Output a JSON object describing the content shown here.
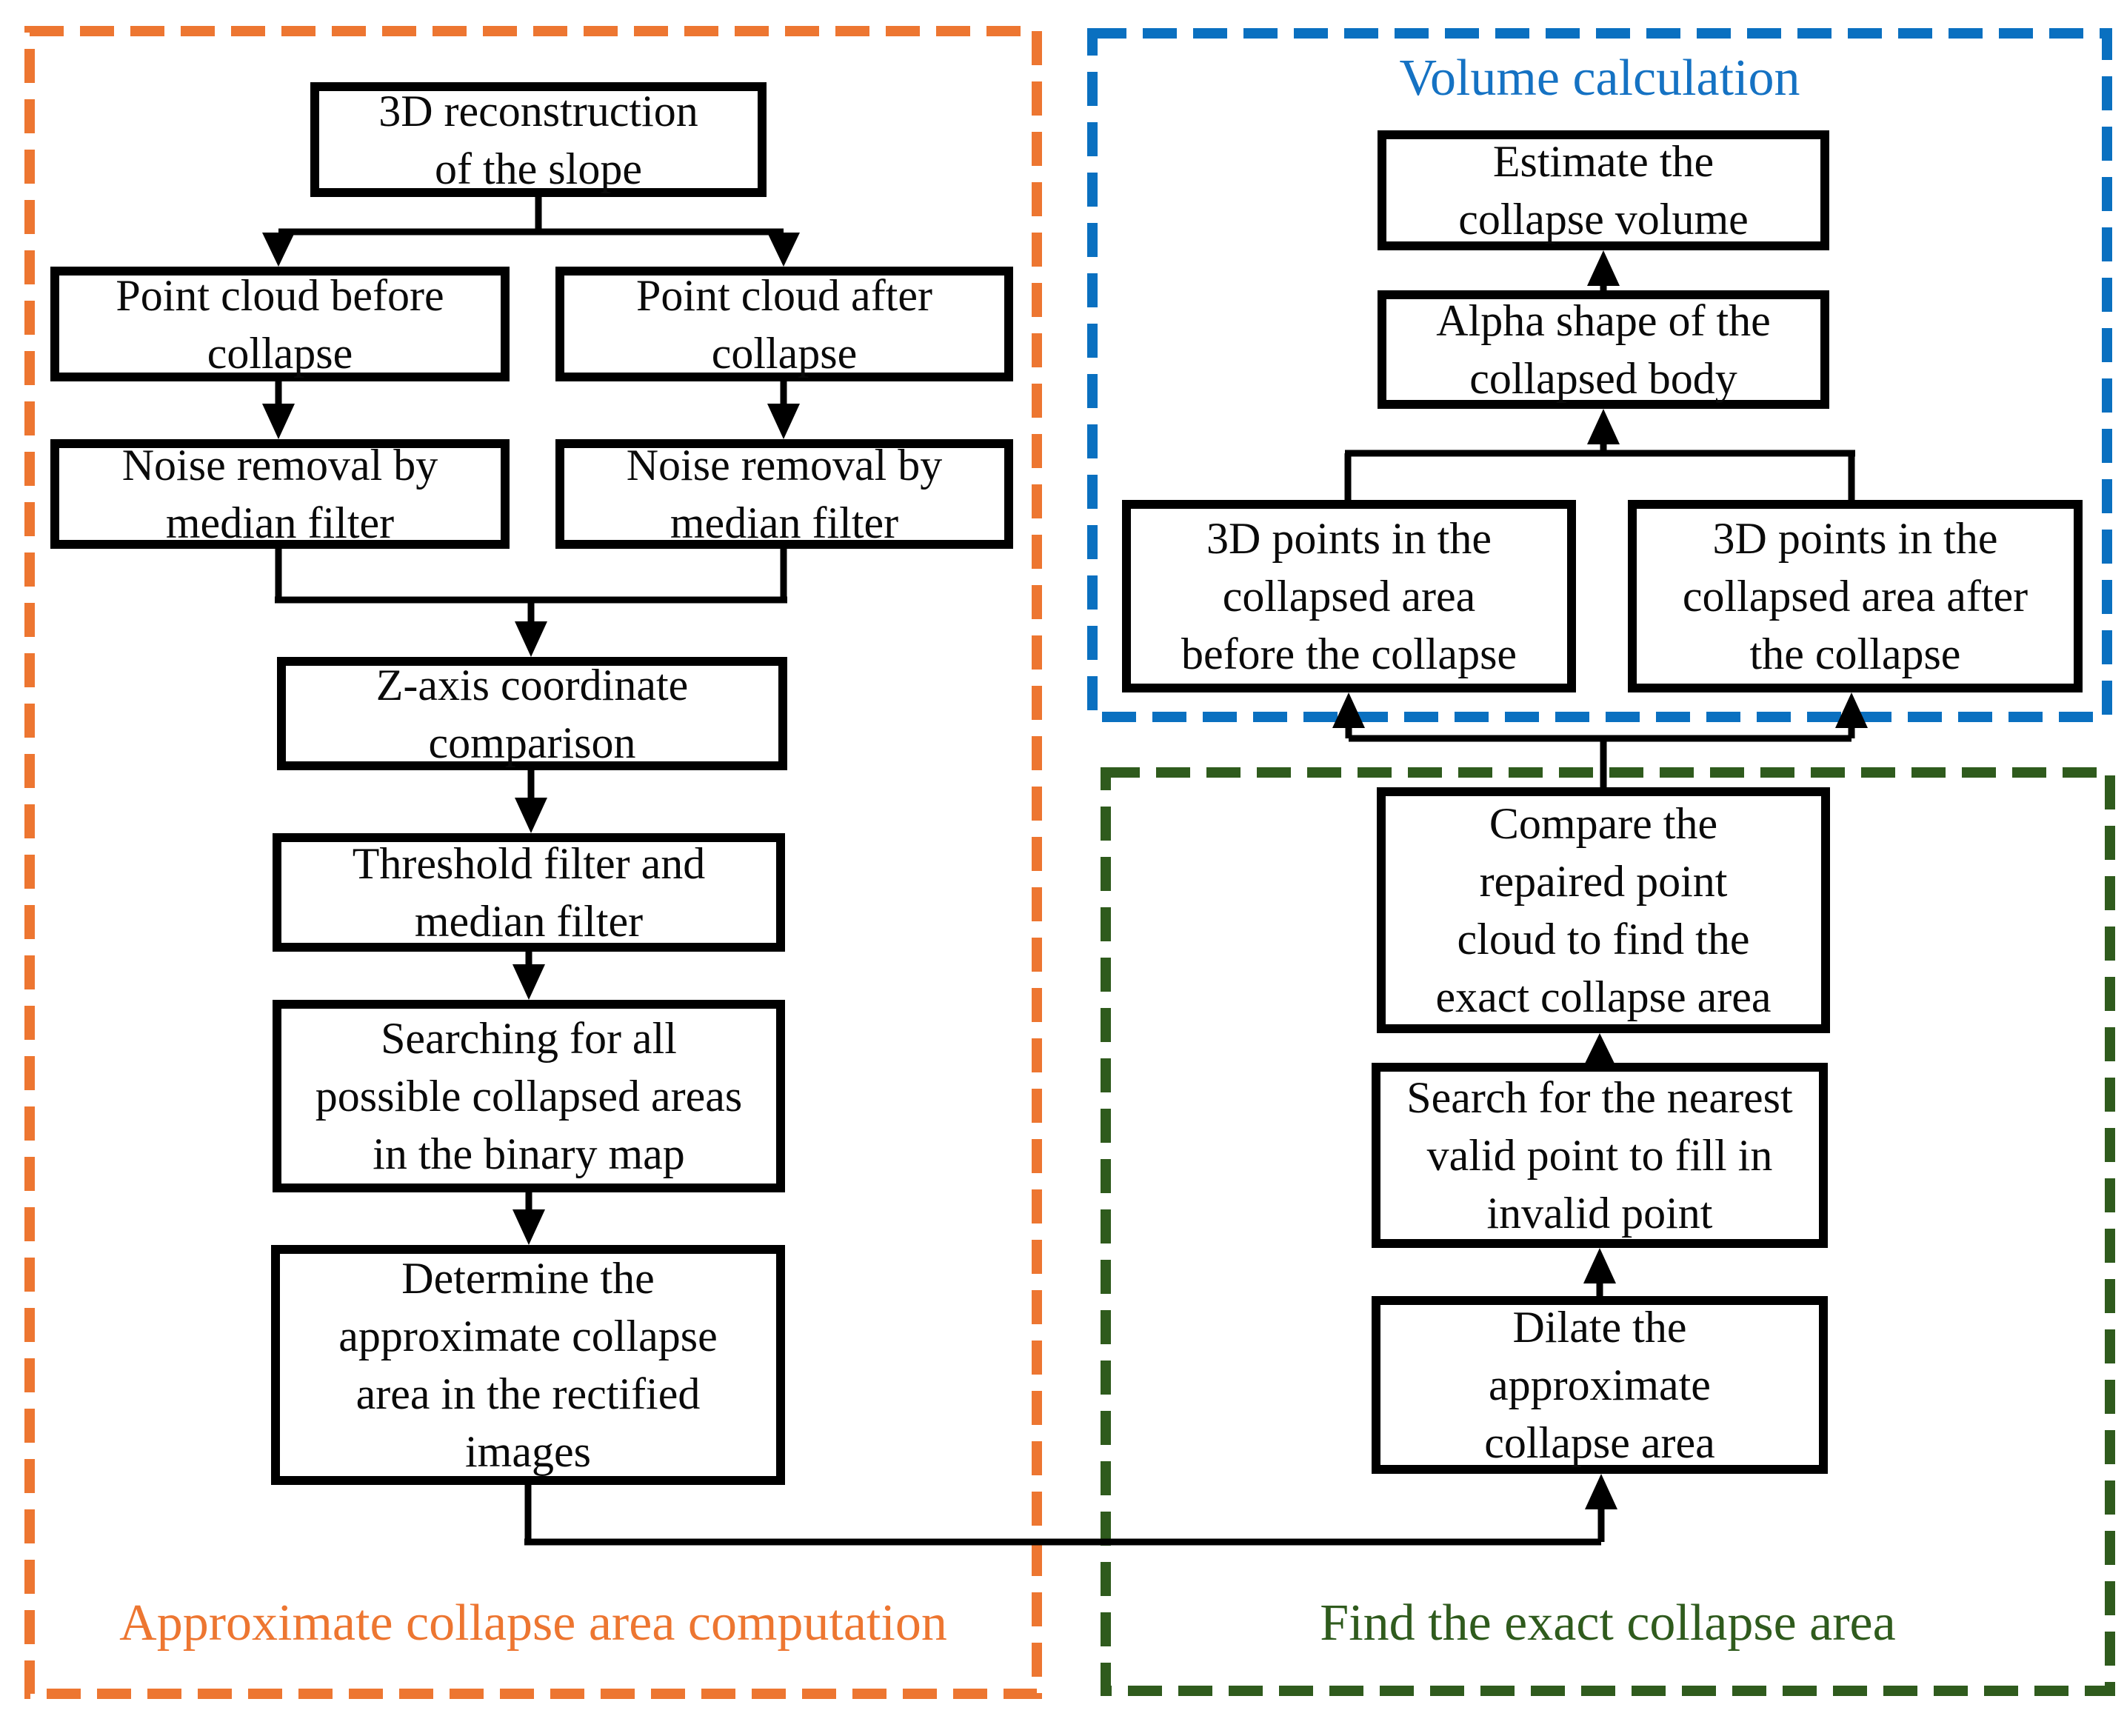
{
  "regions": {
    "approximate": {
      "label": "Approximate collapse area computation",
      "color": "#ED7631"
    },
    "volume": {
      "label": "Volume calculation",
      "color": "#1572C3"
    },
    "exact": {
      "label": "Find the exact collapse area",
      "color": "#2F5B1D"
    }
  },
  "nodes": {
    "recon": {
      "lines": [
        "3D reconstruction",
        "of the slope"
      ]
    },
    "pc_before": {
      "lines": [
        "Point cloud before",
        "collapse"
      ]
    },
    "pc_after": {
      "lines": [
        "Point cloud after",
        "collapse"
      ]
    },
    "noise_left": {
      "lines": [
        "Noise removal by",
        "median filter"
      ]
    },
    "noise_right": {
      "lines": [
        "Noise removal by",
        "median filter"
      ]
    },
    "zaxis": {
      "lines": [
        "Z-axis coordinate",
        "comparison"
      ]
    },
    "threshold": {
      "lines": [
        "Threshold filter and",
        "median filter"
      ]
    },
    "searching": {
      "lines": [
        "Searching for all",
        "possible collapsed areas",
        "in the binary map"
      ]
    },
    "determine": {
      "lines": [
        "Determine the",
        "approximate collapse",
        "area in the rectified",
        "images"
      ]
    },
    "estimate": {
      "lines": [
        "Estimate the",
        "collapse volume"
      ]
    },
    "alpha": {
      "lines": [
        "Alpha shape of the",
        "collapsed body"
      ]
    },
    "pts_before": {
      "lines": [
        "3D points in the",
        "collapsed area",
        "before the collapse"
      ]
    },
    "pts_after": {
      "lines": [
        "3D points in the",
        "collapsed area after",
        "the collapse"
      ]
    },
    "compare": {
      "lines": [
        "Compare the",
        "repaired point",
        "cloud to find the",
        "exact collapse area"
      ]
    },
    "search": {
      "lines": [
        "Search for the nearest",
        "valid point to fill in",
        "invalid point"
      ]
    },
    "dilate": {
      "lines": [
        "Dilate the",
        "approximate",
        "collapse area"
      ]
    }
  }
}
